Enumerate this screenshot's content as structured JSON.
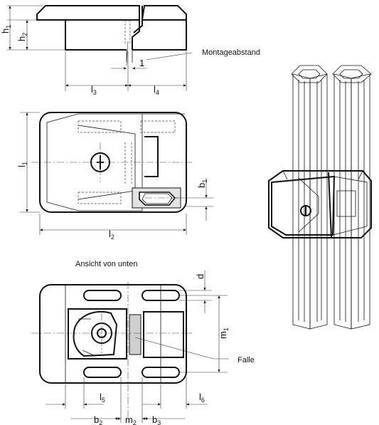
{
  "labels": {
    "h1": {
      "main": "h",
      "sub": "1"
    },
    "h2": {
      "main": "h",
      "sub": "2"
    },
    "l1": {
      "main": "l",
      "sub": "1"
    },
    "l2": {
      "main": "l",
      "sub": "2"
    },
    "l3": {
      "main": "l",
      "sub": "3"
    },
    "l4": {
      "main": "l",
      "sub": "4"
    },
    "l5": {
      "main": "l",
      "sub": "5"
    },
    "l6": {
      "main": "l",
      "sub": "6"
    },
    "b1": {
      "main": "b",
      "sub": "1"
    },
    "b2": {
      "main": "b",
      "sub": "2"
    },
    "b3": {
      "main": "b",
      "sub": "3"
    },
    "m1": {
      "main": "m",
      "sub": "1"
    },
    "m2": {
      "main": "m",
      "sub": "2"
    },
    "d": "d",
    "one": "1"
  },
  "notes": {
    "montageabstand": "Montageabstand",
    "ansicht_von_unten": "Ansicht von unten",
    "falle": "Falle"
  }
}
